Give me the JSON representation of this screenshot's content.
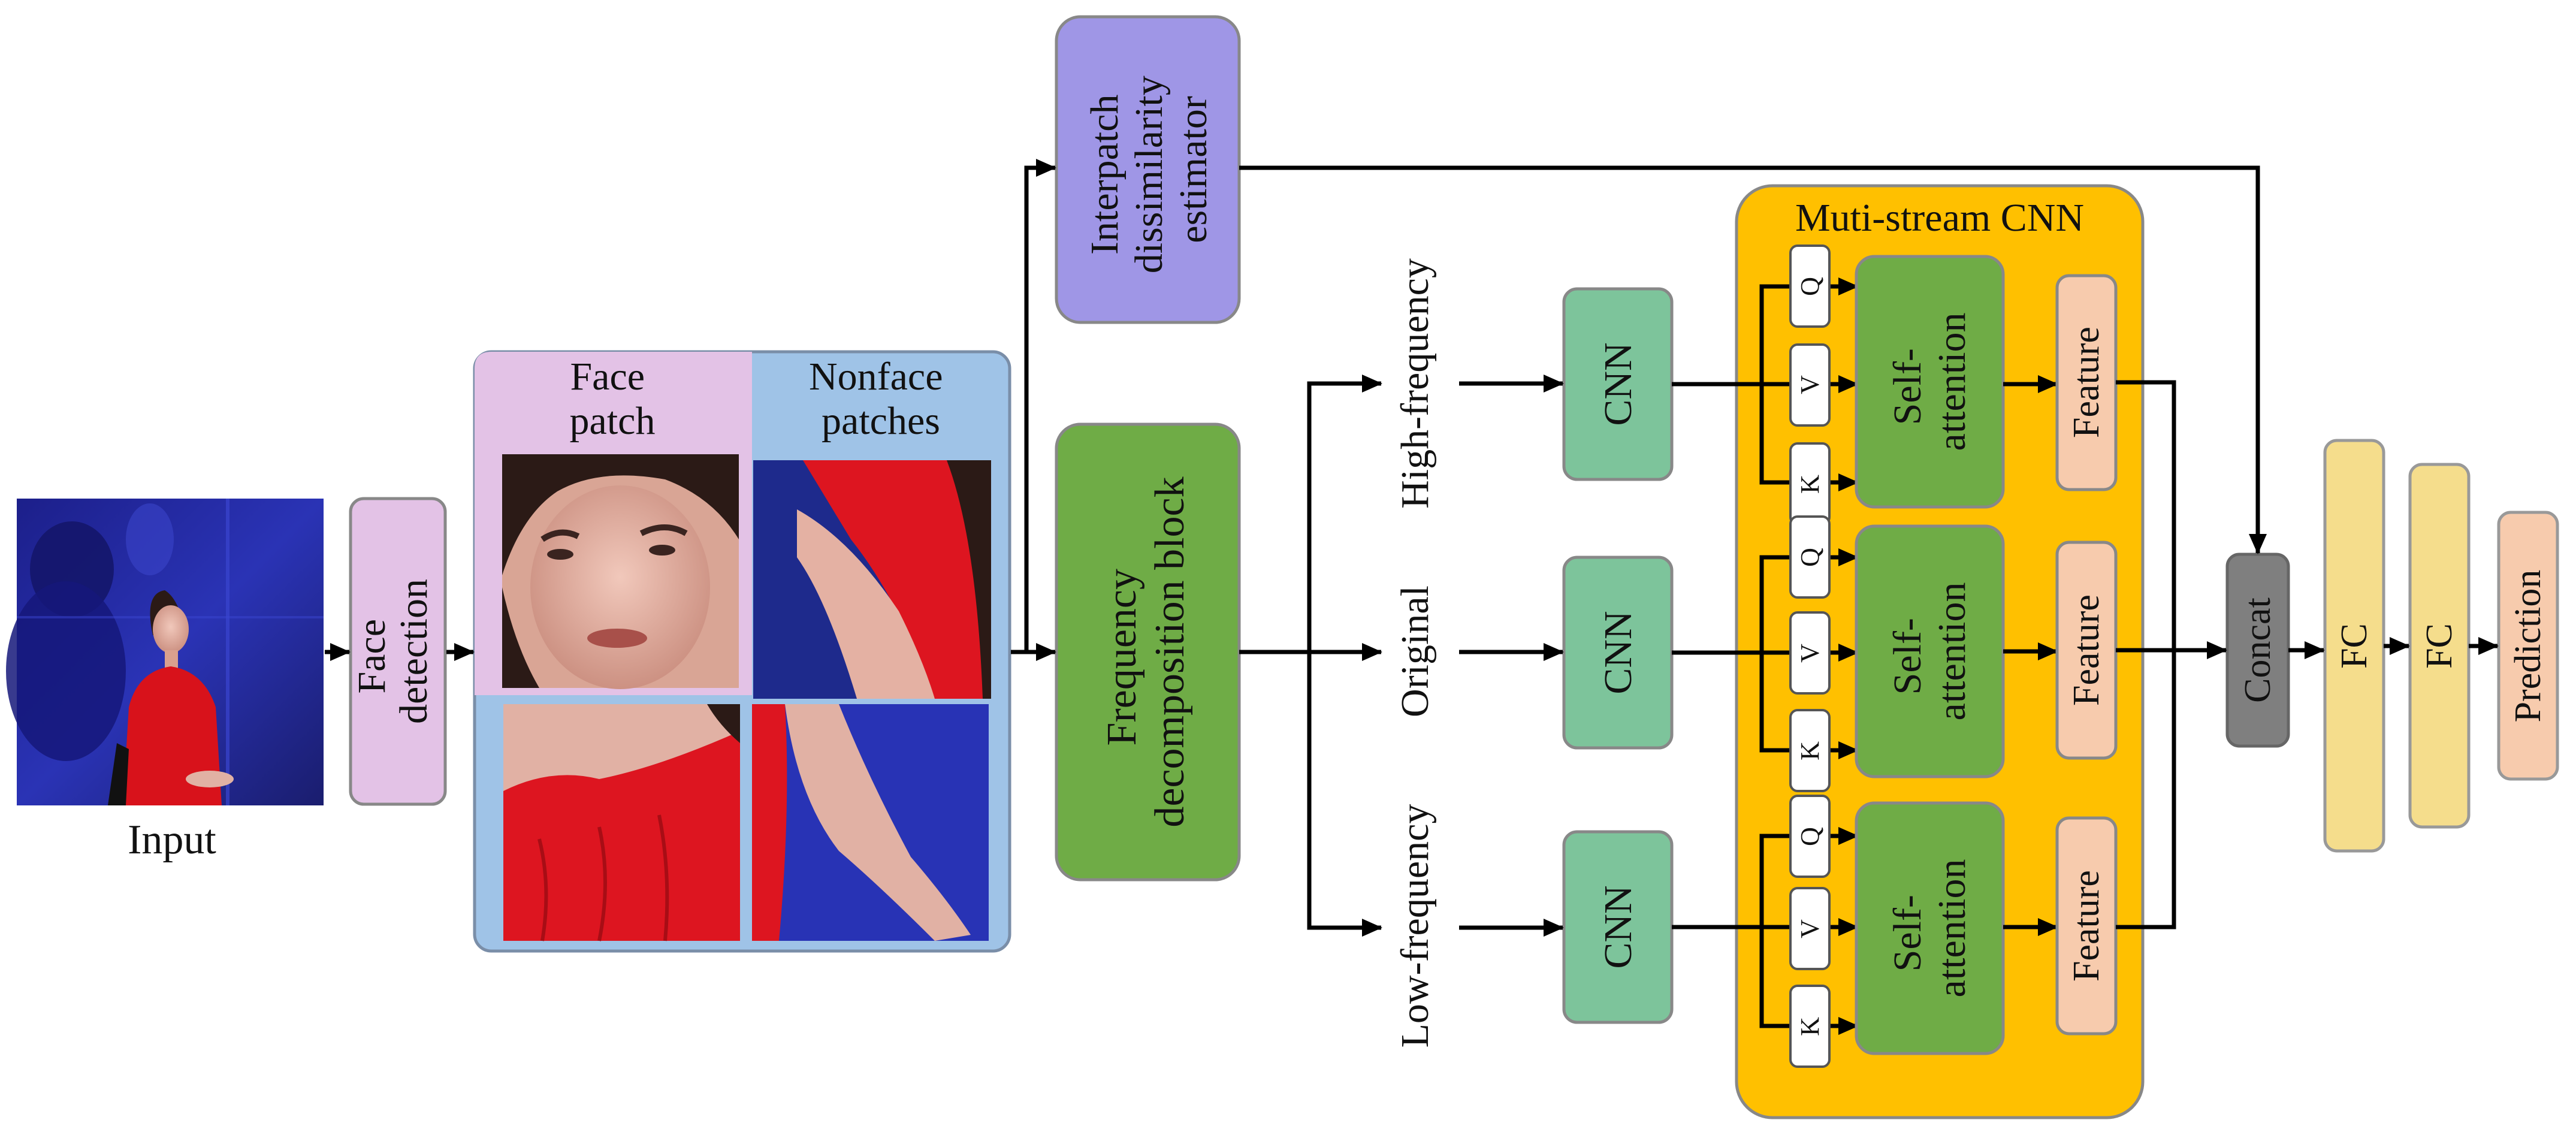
{
  "nodes": {
    "input_label": "Input",
    "face_detection": [
      "Face",
      "detection"
    ],
    "face_patch": [
      "Face",
      "patch"
    ],
    "nonface_patches": [
      "Nonface",
      "patches"
    ],
    "interpatch": [
      "Interpatch",
      "dissimilarity",
      "estimator"
    ],
    "freq_decomp": [
      "Frequency",
      "decomposition block"
    ],
    "high_frequency": "High-frequency",
    "original": "Original",
    "low_frequency": "Low-frequency",
    "cnn": "CNN",
    "multistream_title": "Muti-stream CNN",
    "q": "Q",
    "v": "V",
    "k": "K",
    "self_attention": [
      "Self-",
      "attention"
    ],
    "feature": "Feature",
    "concat": "Concat",
    "fc": "FC",
    "prediction": "Prediction"
  },
  "colors": {
    "face_detection": "#e3c2e6",
    "patch_outer": "#9fc3e7",
    "face_patch_bg": "#e3c2e6",
    "interpatch": "#9f96e6",
    "green_dark": "#6fac46",
    "cnn": "#7dc49b",
    "multistream": "#ffc000",
    "feature": "#f7cbad",
    "concat": "#7f7f7f",
    "fc": "#f5dd8c",
    "prediction": "#f7cbad"
  }
}
